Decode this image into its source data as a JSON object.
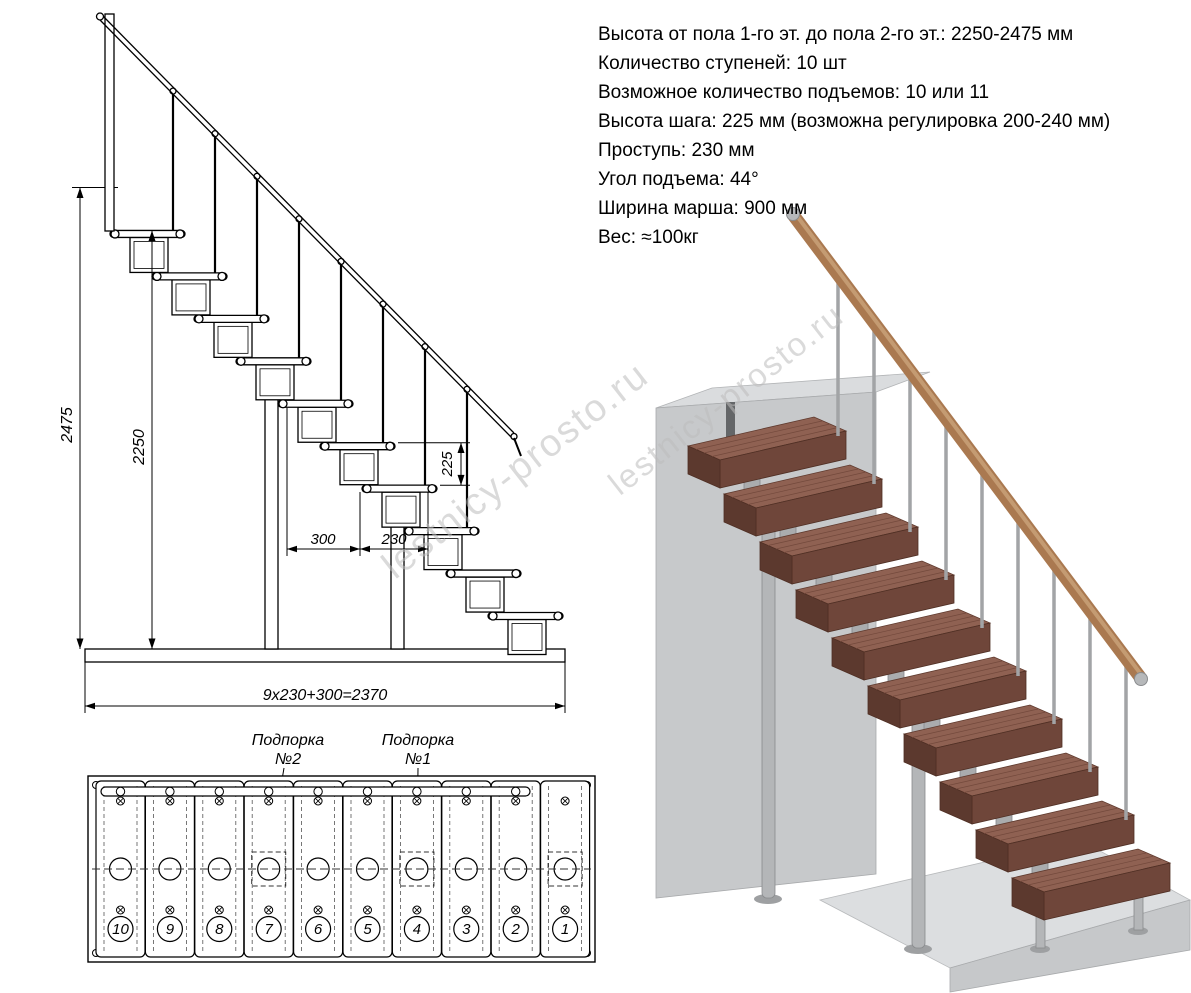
{
  "specs": {
    "lines": [
      "Высота от пола 1-го эт. до пола 2-го эт.: 2250-2475 мм",
      "Количество ступеней: 10 шт",
      "Возможное количество подъемов: 10 или 11",
      "Высота шага: 225 мм (возможна регулировка 200-240 мм)",
      "Проступь: 230 мм",
      "Угол подъема: 44°",
      "Ширина марша: 900 мм",
      "Вес: ≈100кг"
    ]
  },
  "elevation": {
    "height_total": "2475",
    "height_partial": "2250",
    "step_rise": "225",
    "run_a": "300",
    "run_b": "230",
    "total_run": "9x230+300=2370"
  },
  "plan": {
    "callout_left": {
      "line1": "Подпорка",
      "line2": "№2"
    },
    "callout_right": {
      "line1": "Подпорка",
      "line2": "№1"
    },
    "step_numbers": [
      "10",
      "9",
      "8",
      "7",
      "6",
      "5",
      "4",
      "3",
      "2",
      "1"
    ]
  },
  "watermark": "lestnicy-prosto.ru"
}
